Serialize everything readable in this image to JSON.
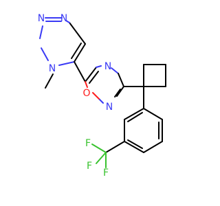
{
  "molecule": {
    "atom_labels": {
      "triazole_n1": "N",
      "triazole_n2": "N",
      "triazole_n3": "N",
      "oxadiazole_n4": "N",
      "oxadiazole_o1": "O",
      "oxadiazole_n2": "N",
      "fluorine_1": "F",
      "fluorine_2": "F",
      "fluorine_3": "F"
    },
    "colors": {
      "carbon_bond": "#000000",
      "nitrogen": "#3a3af5",
      "oxygen": "#ff1f1f",
      "fluorine": "#38c22e",
      "background": "#ffffff"
    }
  }
}
